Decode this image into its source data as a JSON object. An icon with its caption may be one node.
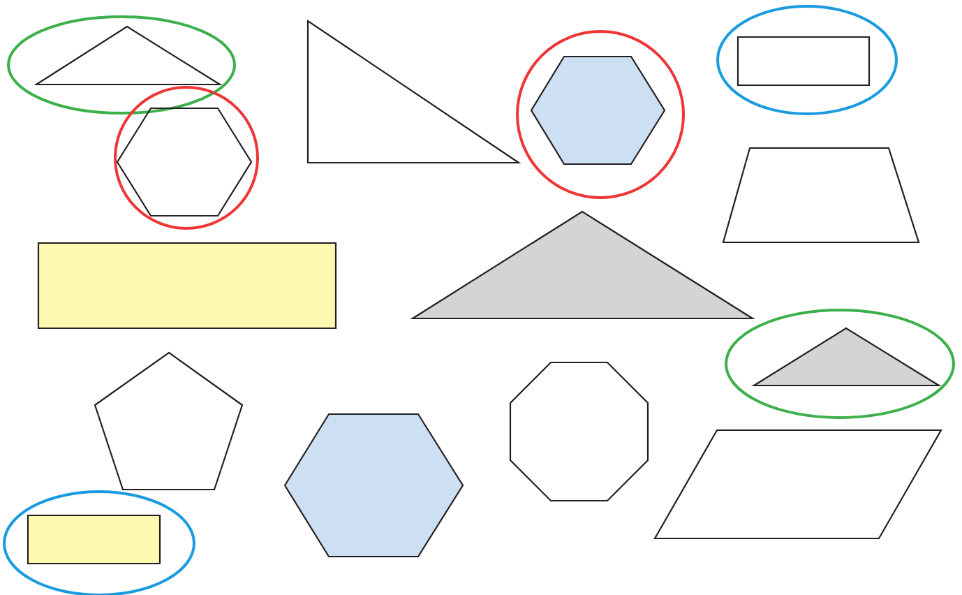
{
  "diagram": {
    "nodes": [
      {
        "text": [],
        "shape": "ellipse"
      },
      {
        "text": [],
        "shape": "triangle",
        "in": 0
      },
      {
        "text": [],
        "shape": "circle"
      },
      {
        "text": [],
        "shape": "hexagon",
        "in": 2
      },
      {
        "text": [],
        "shape": "triangle"
      },
      {
        "text": [],
        "shape": "circle"
      },
      {
        "text": [],
        "shape": "hexagon",
        "in": 5
      },
      {
        "text": [],
        "shape": "ellipse"
      },
      {
        "text": [],
        "shape": "rectangle",
        "in": 7
      },
      {
        "text": [],
        "shape": "trapezoid"
      },
      {
        "text": [],
        "shape": "rectangle"
      },
      {
        "text": [],
        "shape": "triangle"
      },
      {
        "text": [],
        "shape": "ellipse"
      },
      {
        "text": [],
        "shape": "triangle",
        "in": 12
      },
      {
        "text": [],
        "shape": "pentagon"
      },
      {
        "text": [],
        "shape": "hexagon"
      },
      {
        "text": [],
        "shape": "octagon"
      },
      {
        "text": [],
        "shape": "parallelogram"
      },
      {
        "text": [],
        "shape": "ellipse"
      },
      {
        "text": [],
        "shape": "rectangle",
        "in": 18
      }
    ],
    "edges": []
  }
}
